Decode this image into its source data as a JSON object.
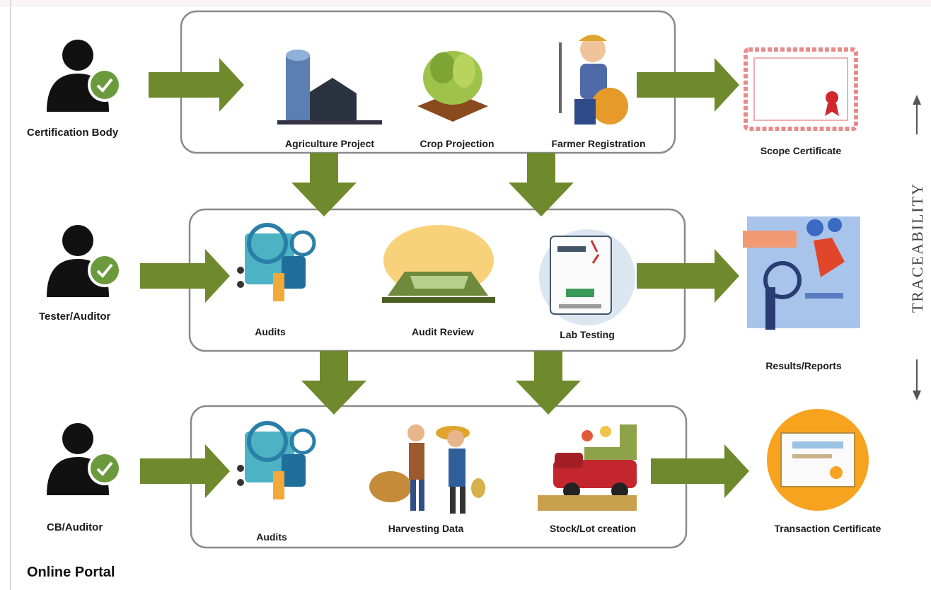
{
  "colors": {
    "arrow": "#6e8a2c",
    "box_border": "#8a8a8a",
    "person": "#111111",
    "badge": "#6a9a3c"
  },
  "rows": [
    {
      "actor": "Certification Body",
      "items": [
        "Agriculture Project",
        "Crop Projection",
        "Farmer Registration"
      ],
      "output": "Scope Certificate"
    },
    {
      "actor": "Tester/Auditor",
      "items": [
        "Audits",
        "Audit Review",
        "Lab Testing"
      ],
      "output": "Results/Reports"
    },
    {
      "actor": "CB/Auditor",
      "items": [
        "Audits",
        "Harvesting Data",
        "Stock/Lot creation"
      ],
      "output": "Transaction Certificate"
    }
  ],
  "side_label": "TRACEABILITY",
  "footer": "Online Portal",
  "icons": [
    "person-check-icon",
    "silo-icon",
    "crop-plant-icon",
    "farmer-icon",
    "certificate-icon",
    "audit-magnifier-icon",
    "field-review-icon",
    "lab-report-icon",
    "report-chart-icon",
    "harvest-people-icon",
    "truck-crate-icon",
    "gold-certificate-icon"
  ]
}
